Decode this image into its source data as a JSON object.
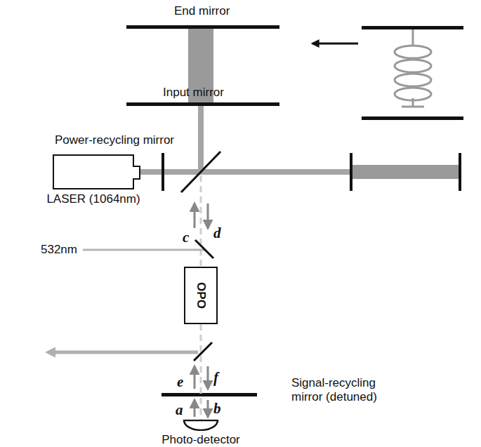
{
  "diagram": {
    "nodes": [
      {
        "text": [
          "LASER (1064nm)"
        ]
      },
      {
        "text": [
          "OPO"
        ]
      },
      {
        "text": [
          "Photo-detector"
        ]
      }
    ],
    "edges": [
      {
        "from": 1,
        "to": 2,
        "arrow": "none"
      }
    ],
    "labels": [
      "End mirror",
      "Input mirror",
      "Power-recycling mirror",
      "c",
      "d",
      "532nm",
      "e",
      "f",
      "Signal-recycling mirror (detuned)",
      "a",
      "b"
    ]
  }
}
